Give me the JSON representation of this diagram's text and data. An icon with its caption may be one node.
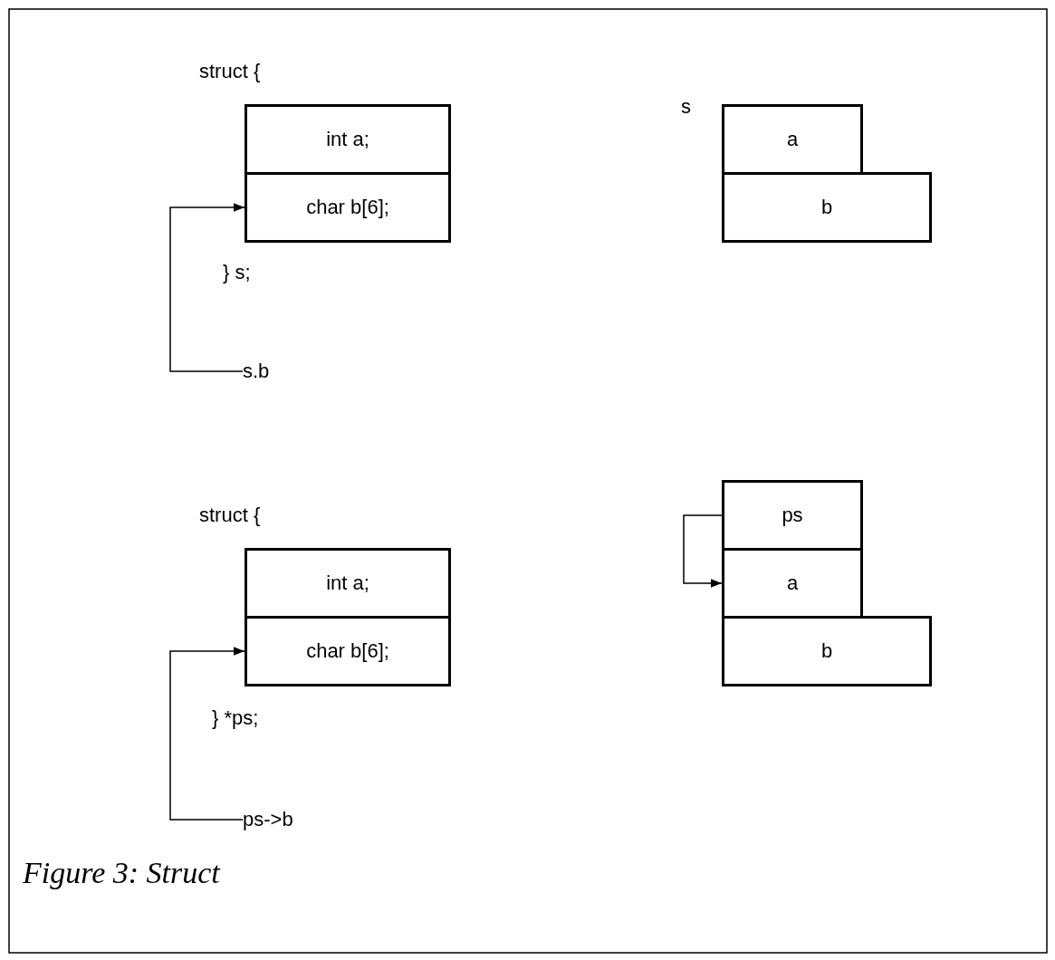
{
  "diagram": {
    "caption": "Figure 3: Struct",
    "nodes": [
      {
        "text": [
          "int a;"
        ]
      },
      {
        "text": [
          "char b[6];"
        ]
      },
      {
        "text": [
          "s.b"
        ]
      },
      {
        "text": [
          "a"
        ]
      },
      {
        "text": [
          "b"
        ]
      },
      {
        "text": [
          "int a;"
        ]
      },
      {
        "text": [
          "char b[6];"
        ]
      },
      {
        "text": [
          "ps->b"
        ]
      },
      {
        "text": [
          "ps"
        ]
      },
      {
        "text": [
          "a"
        ]
      },
      {
        "text": [
          "b"
        ]
      }
    ],
    "edges": [
      {
        "from": 2,
        "to": 1,
        "arrow": "to"
      },
      {
        "from": 7,
        "to": 6,
        "arrow": "to"
      },
      {
        "from": 8,
        "to": 9,
        "arrow": "to"
      }
    ],
    "labels": [
      "struct {",
      "s",
      "} s;",
      "struct {",
      "} *ps;"
    ]
  }
}
